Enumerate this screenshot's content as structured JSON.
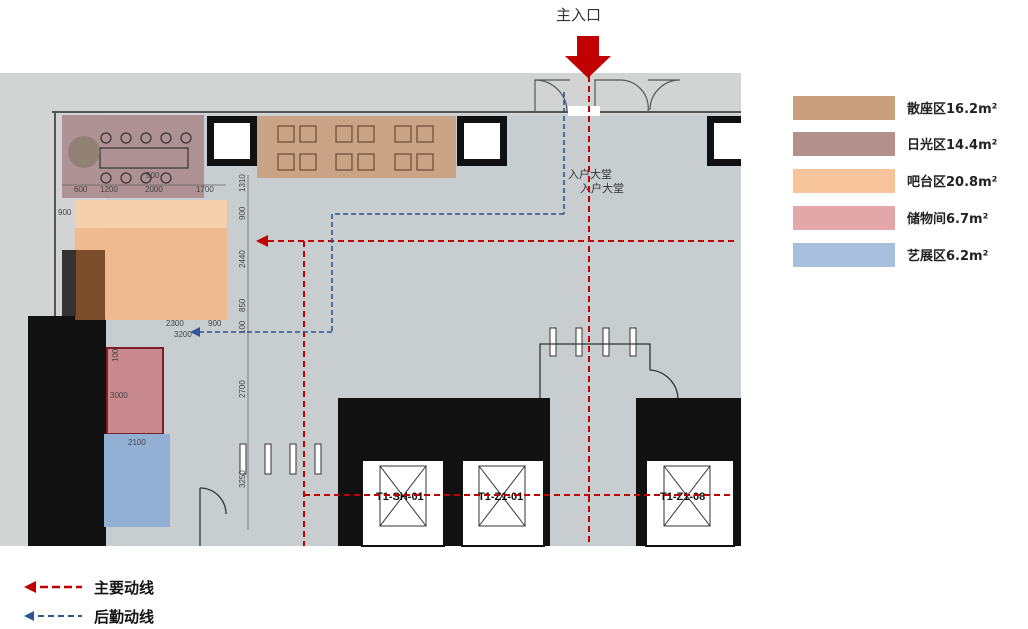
{
  "entrance": {
    "label": "主入口"
  },
  "lobby": {
    "label1": "入户大堂",
    "label2": "入户大堂"
  },
  "elevators": [
    "T1-SH-01",
    "T1-Z1-01",
    "T1-Z1-08"
  ],
  "dimensions": {
    "top": [
      "600",
      "1200",
      "2000",
      "1700",
      "500"
    ],
    "left": [
      "900",
      "100"
    ],
    "right": [
      "1310",
      "900",
      "2440",
      "850",
      "100",
      "2700",
      "3250"
    ],
    "bottom": [
      "2300",
      "900",
      "3200",
      "2100"
    ],
    "storage": [
      "3000"
    ]
  },
  "legend": [
    {
      "label": "散座区16.2m²",
      "color": "#c9a07e"
    },
    {
      "label": "日光区14.4m²",
      "color": "#b3908c"
    },
    {
      "label": "吧台区20.8m²",
      "color": "#f7c39a"
    },
    {
      "label": "储物间6.7m²",
      "color": "#e3a7aa"
    },
    {
      "label": "艺展区6.2m²",
      "color": "#a8c0dd"
    }
  ],
  "flows": [
    {
      "label": "主要动线",
      "color": "#c00000"
    },
    {
      "label": "后勤动线",
      "color": "#2f5597"
    }
  ]
}
